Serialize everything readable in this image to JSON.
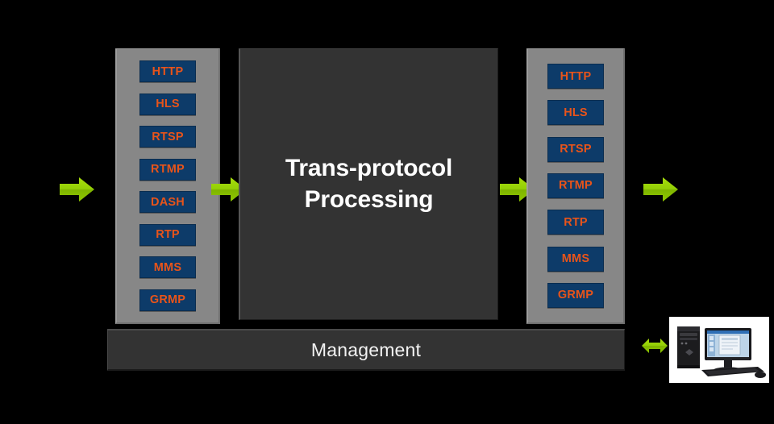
{
  "diagram": {
    "title": "Trans-protocol Processing architecture",
    "center": {
      "label": "Trans-protocol\nProcessing"
    },
    "management": {
      "label": "Management"
    },
    "input_panel": {
      "name": "input-protocols",
      "protocols": [
        {
          "label": "HTTP"
        },
        {
          "label": "HLS"
        },
        {
          "label": "RTSP"
        },
        {
          "label": "RTMP"
        },
        {
          "label": "DASH"
        },
        {
          "label": "RTP"
        },
        {
          "label": "MMS"
        },
        {
          "label": "GRMP"
        }
      ]
    },
    "output_panel": {
      "name": "output-protocols",
      "protocols": [
        {
          "label": "HTTP"
        },
        {
          "label": "HLS"
        },
        {
          "label": "RTSP"
        },
        {
          "label": "RTMP"
        },
        {
          "label": "RTP"
        },
        {
          "label": "MMS"
        },
        {
          "label": "GRMP"
        }
      ]
    },
    "arrows": [
      {
        "name": "arrow-input-stream",
        "direction": "right"
      },
      {
        "name": "arrow-input-to-center",
        "direction": "right"
      },
      {
        "name": "arrow-center-to-output",
        "direction": "right"
      },
      {
        "name": "arrow-output-stream",
        "direction": "right"
      },
      {
        "name": "arrow-management-link",
        "direction": "bidirectional"
      }
    ],
    "computer": {
      "name": "management-workstation",
      "icon": "desktop-computer-icon"
    },
    "colors": {
      "background": "#000000",
      "panel_gray": "#878787",
      "chip_navy": "#0d3b69",
      "chip_text_orange": "#e8541a",
      "box_dark": "#333333",
      "arrow_green": "#8cc800",
      "text_white": "#ffffff"
    }
  }
}
